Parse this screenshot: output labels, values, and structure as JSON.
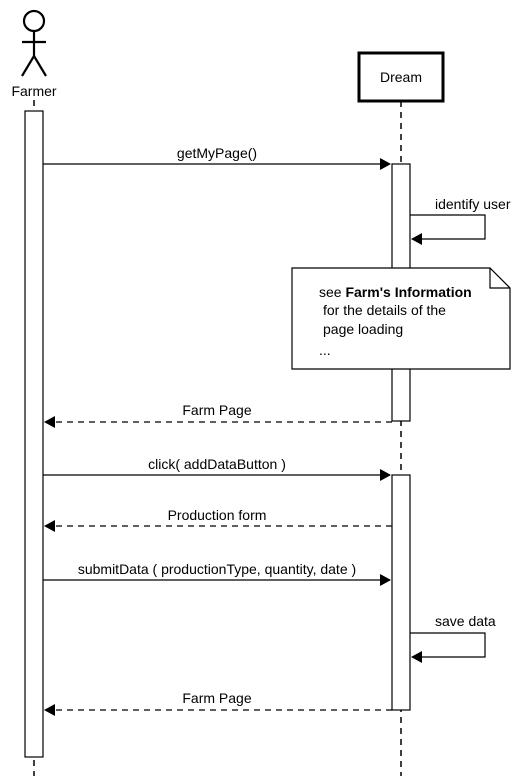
{
  "participants": {
    "farmer": {
      "label": "Farmer"
    },
    "dream": {
      "label": "Dream"
    }
  },
  "messages": [
    {
      "label": "getMyPage()"
    },
    {
      "label": "identify user"
    },
    {
      "label": "Farm Page"
    },
    {
      "label": "click( addDataButton )"
    },
    {
      "label": "Production form"
    },
    {
      "label": "submitData ( productionType, quantity, date )"
    },
    {
      "label": "save data"
    },
    {
      "label": "Farm Page"
    }
  ],
  "note": {
    "line1_prefix": "see ",
    "line1_bold": "Farm's Information",
    "line2": "for the details of the",
    "line3": "page loading",
    "line4": "..."
  }
}
